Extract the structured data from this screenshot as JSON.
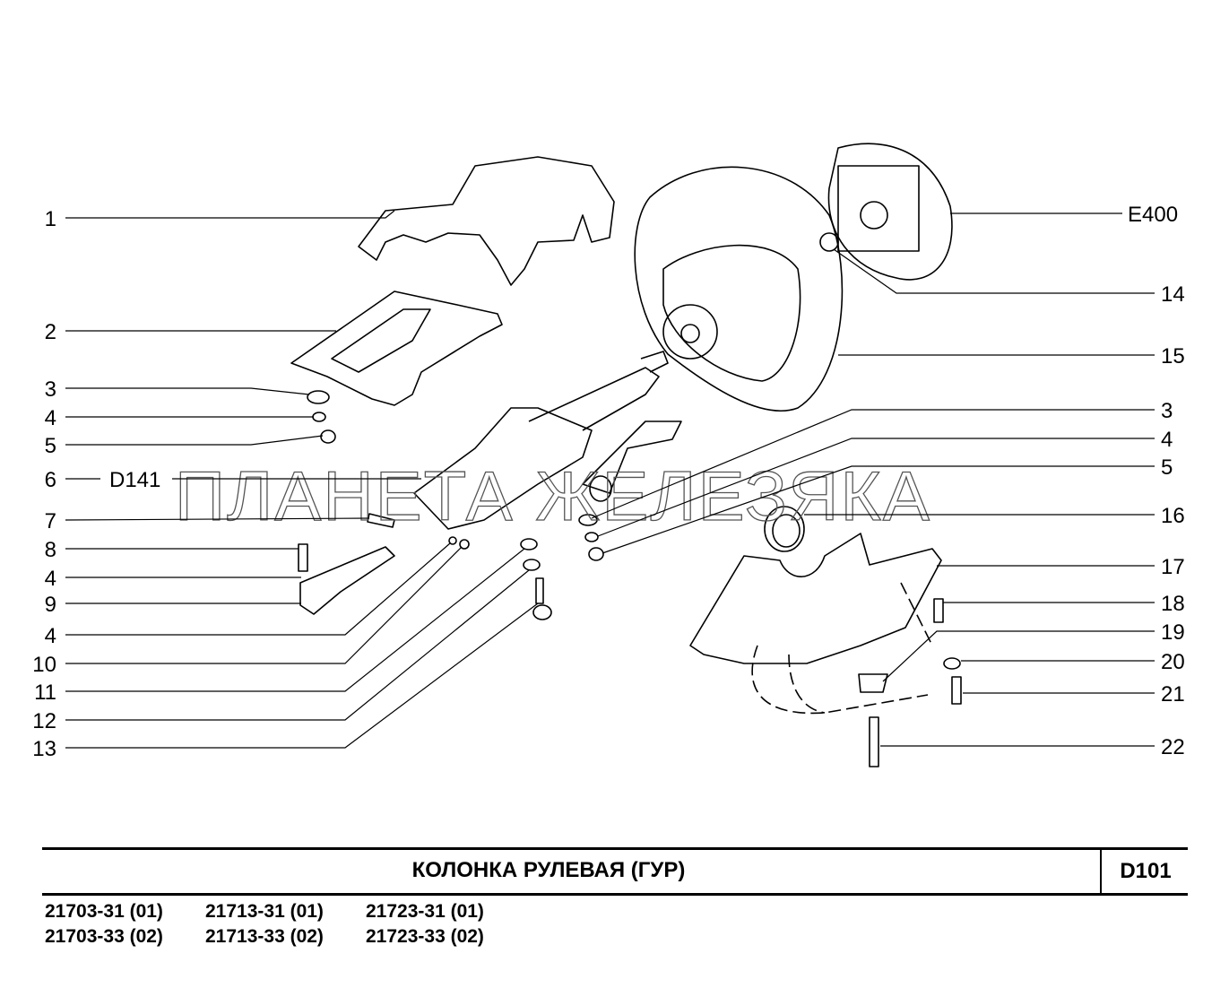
{
  "left_callouts": [
    "1",
    "2",
    "3",
    "4",
    "5",
    "6",
    "7",
    "8",
    "4",
    "9",
    "4",
    "10",
    "11",
    "12",
    "13"
  ],
  "reference_label": "D141",
  "right_callouts": [
    "E400",
    "14",
    "15",
    "3",
    "4",
    "5",
    "16",
    "17",
    "18",
    "19",
    "20",
    "21",
    "22"
  ],
  "watermark": "ПЛАНЕТА ЖЕЛЕЗЯКА",
  "title": "КОЛОНКА   РУЛЕВАЯ  (ГУР)",
  "diagram_code": "D101",
  "models": [
    [
      "21703-31 (01)",
      "21713-31 (01)",
      "21723-31 (01)"
    ],
    [
      "21703-33 (02)",
      "21713-33 (02)",
      "21723-33 (02)"
    ]
  ]
}
